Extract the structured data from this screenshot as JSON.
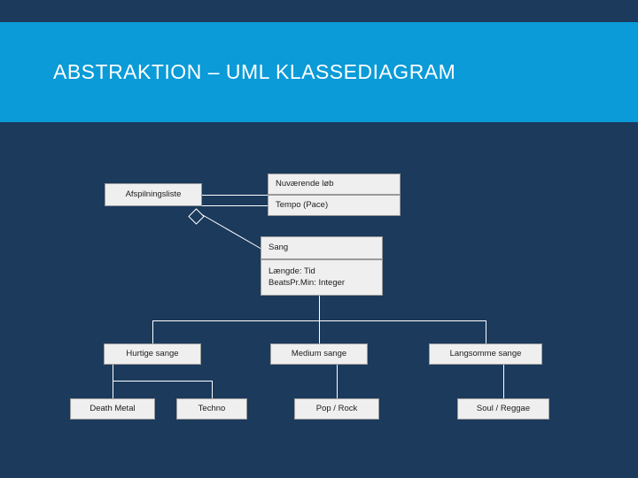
{
  "slide": {
    "title": "ABSTRAKTION – UML KLASSEDIAGRAM",
    "band_color": "#0b9bd8",
    "background_color": "#1b3a5c",
    "box_fill": "#efefef",
    "line_color": "#ffffff"
  },
  "diagram": {
    "boxes": [
      {
        "id": "afspilningsliste",
        "label": "Afspilningsliste"
      },
      {
        "id": "nuvaerende-lob",
        "label": "Nuværende løb"
      },
      {
        "id": "tempo-pace",
        "label": "Tempo (Pace)"
      },
      {
        "id": "sang",
        "label": "Sang"
      },
      {
        "id": "sang-attributes",
        "label": "Længde: Tid\nBeatsPr.Min: Integer"
      },
      {
        "id": "hurtige-sange",
        "label": "Hurtige sange"
      },
      {
        "id": "medium-sange",
        "label": "Medium sange"
      },
      {
        "id": "langsomme-sange",
        "label": "Langsomme sange"
      },
      {
        "id": "death-metal",
        "label": "Death Metal"
      },
      {
        "id": "techno",
        "label": "Techno"
      },
      {
        "id": "pop-rock",
        "label": "Pop / Rock"
      },
      {
        "id": "soul-reggae",
        "label": "Soul / Reggae"
      }
    ]
  }
}
